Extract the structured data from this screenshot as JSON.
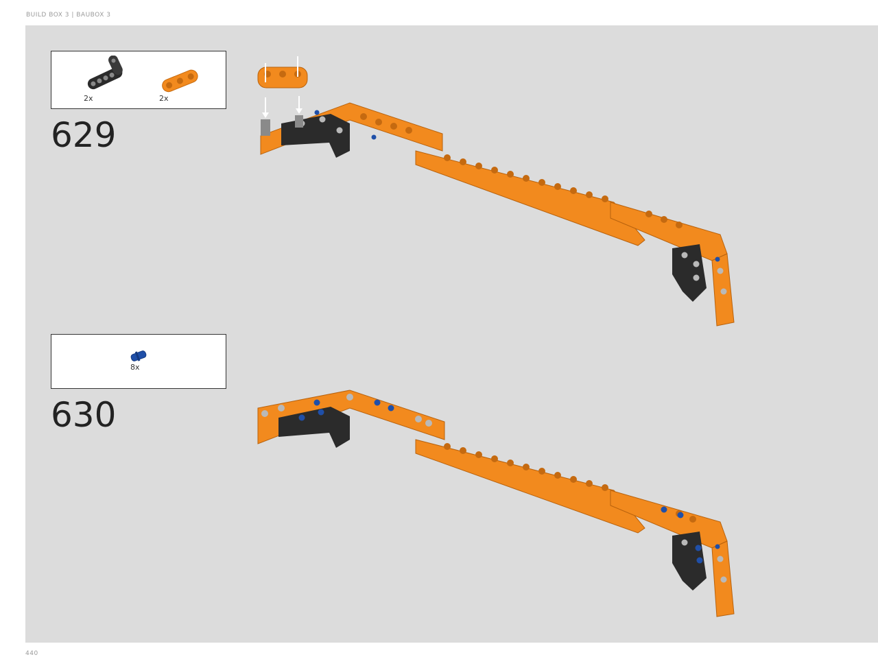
{
  "header": {
    "text": "BUILD BOX 3  |  BAUBOX 3"
  },
  "footer": {
    "page_number": "440"
  },
  "colors": {
    "orange": "#f28a1e",
    "black": "#2b2b2b",
    "blue": "#1f4fa8",
    "grey": "#b9b9b9"
  },
  "steps": [
    {
      "number": "629",
      "parts": [
        {
          "icon": "black-angled-liftarm-icon",
          "qty": "2x"
        },
        {
          "icon": "orange-3-hole-liftarm-icon",
          "qty": "2x"
        }
      ]
    },
    {
      "number": "630",
      "parts": [
        {
          "icon": "blue-axle-pin-icon",
          "qty": "8x"
        }
      ]
    }
  ]
}
